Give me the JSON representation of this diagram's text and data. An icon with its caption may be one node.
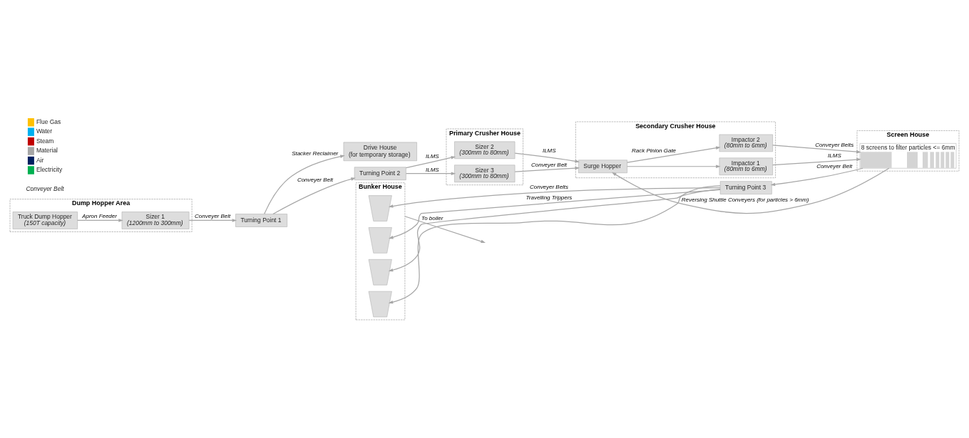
{
  "diagram": {
    "nodes": [
      {
        "text": [
          "Dump Hopper Area"
        ]
      },
      {
        "text": [
          "Truck Dump Hopper",
          "(150T capacity)"
        ],
        "in": 0
      },
      {
        "text": [
          "Sizer 1",
          "(1200mm to 300mm)"
        ],
        "in": 0
      },
      {
        "text": [
          "Turning Point 1"
        ]
      },
      {
        "text": [
          "Drive House",
          "(for temporary storage)"
        ]
      },
      {
        "text": [
          "Turning Point 2"
        ]
      },
      {
        "text": [
          "Primary Crusher House"
        ]
      },
      {
        "text": [
          "Sizer 2",
          "(300mm to 80mm)"
        ],
        "in": 6
      },
      {
        "text": [
          "Sizer 3",
          "(300mm to 80mm)"
        ],
        "in": 6
      },
      {
        "text": [
          "Secondary Crusher House"
        ]
      },
      {
        "text": [
          "Surge Hopper"
        ],
        "in": 9
      },
      {
        "text": [
          "Impactor 2",
          "(80mm to 6mm)"
        ],
        "in": 9
      },
      {
        "text": [
          "Impactor 1",
          "(80mm to 6mm)"
        ],
        "in": 9
      },
      {
        "text": [
          "Screen House"
        ]
      },
      {
        "text": [
          "8 screens to filter particles <= 6mm"
        ],
        "in": 13
      },
      {
        "text": [
          "Turning Point 3"
        ]
      },
      {
        "text": [
          "Bunker House"
        ]
      },
      {
        "text": [],
        "shape": "trapezoid",
        "in": 16
      },
      {
        "text": [],
        "shape": "trapezoid",
        "in": 16
      },
      {
        "text": [],
        "shape": "trapezoid",
        "in": 16
      },
      {
        "text": [],
        "shape": "trapezoid",
        "in": 16
      }
    ],
    "edges": [
      {
        "from": 1,
        "to": 2,
        "arrow": "to",
        "label": "Apron Feeder"
      },
      {
        "from": 2,
        "to": 3,
        "arrow": "to",
        "label": "Conveyer Belt"
      },
      {
        "from": 3,
        "to": 4,
        "arrow": "to",
        "label": "Stacker Reclaimer"
      },
      {
        "from": 3,
        "to": 5,
        "arrow": "to",
        "label": "Conveyer Belt"
      },
      {
        "from": 5,
        "to": 7,
        "arrow": "to",
        "label": "ILMS"
      },
      {
        "from": 5,
        "to": 8,
        "arrow": "to",
        "label": "ILMS"
      },
      {
        "from": 7,
        "to": 10,
        "arrow": "to",
        "label": "ILMS"
      },
      {
        "from": 8,
        "to": 10,
        "arrow": "to",
        "label": "Conveyer Belt"
      },
      {
        "from": 10,
        "to": 11,
        "arrow": "to",
        "label": "Rack Pinion Gate"
      },
      {
        "from": 10,
        "to": 12,
        "arrow": "to"
      },
      {
        "from": 11,
        "to": 14,
        "arrow": "to",
        "label": "Conveyer Belts"
      },
      {
        "from": 12,
        "to": 14,
        "arrow": "to",
        "label": "ILMS"
      },
      {
        "from": 14,
        "to": 10,
        "arrow": "to",
        "label": "Reversing Shuttle Conveyers (for particles > 6mm)"
      },
      {
        "from": 14,
        "to": 15,
        "arrow": "to",
        "label": "Conveyer Belt"
      },
      {
        "from": 15,
        "to": 17,
        "arrow": "to",
        "label": "Conveyer Belts"
      },
      {
        "from": 15,
        "to": 18,
        "arrow": "to",
        "label": "Travelling Trippers"
      },
      {
        "from": 15,
        "to": 19,
        "arrow": "to"
      },
      {
        "from": 15,
        "to": 20,
        "arrow": "to"
      },
      {
        "from": 16,
        "to": null,
        "arrow": "to",
        "label": "To boiler"
      }
    ],
    "labels": [
      "Conveyer Belt"
    ],
    "legend": [
      {
        "text": "Flue Gas",
        "color": "#ffc000"
      },
      {
        "text": "Water",
        "color": "#00b0f0"
      },
      {
        "text": "Steam",
        "color": "#c00000"
      },
      {
        "text": "Material",
        "color": "#a6a6a6"
      },
      {
        "text": "Air",
        "color": "#002060"
      },
      {
        "text": "Electricity",
        "color": "#00b050"
      }
    ]
  }
}
